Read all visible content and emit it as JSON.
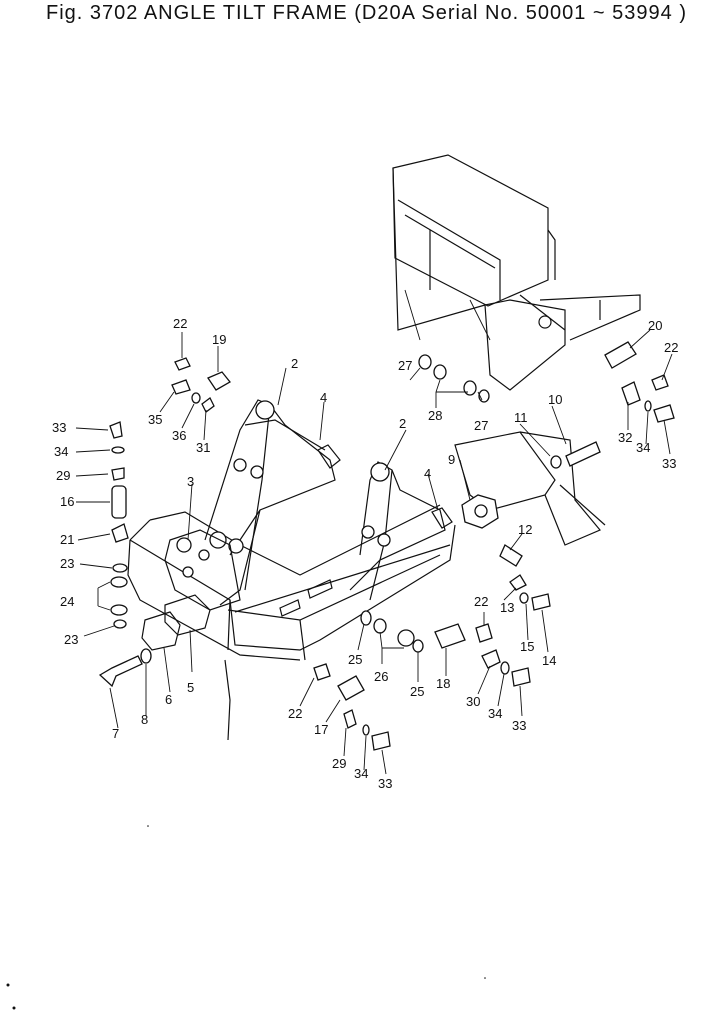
{
  "title": "Fig. 3702  ANGLE  TILT  FRAME (D20A  Serial No. 50001 ~ 53994 )",
  "part_numbers": [
    "2",
    "2",
    "3",
    "4",
    "4",
    "5",
    "6",
    "7",
    "8",
    "9",
    "10",
    "11",
    "12",
    "13",
    "14",
    "15",
    "16",
    "17",
    "18",
    "19",
    "20",
    "21",
    "22",
    "22",
    "22",
    "22",
    "23",
    "23",
    "24",
    "25",
    "25",
    "26",
    "27",
    "27",
    "28",
    "29",
    "29",
    "30",
    "31",
    "32",
    "33",
    "33",
    "33",
    "33",
    "34",
    "34",
    "34",
    "34",
    "35",
    "36"
  ]
}
